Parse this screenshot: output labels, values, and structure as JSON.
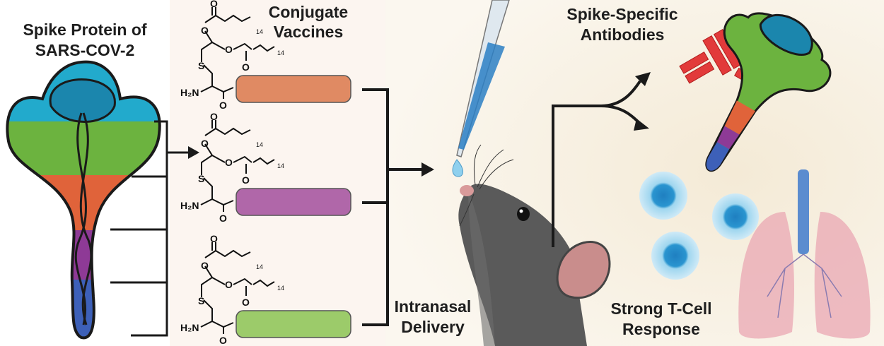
{
  "labels": {
    "spike_title": [
      "Spike Protein of",
      "SARS-COV-2"
    ],
    "vaccines_title": [
      "Conjugate",
      "Vaccines"
    ],
    "delivery": [
      "Intranasal",
      "Delivery"
    ],
    "antibodies": [
      "Spike-Specific",
      "Antibodies"
    ],
    "tcell": [
      "Strong T-Cell",
      "Response"
    ]
  },
  "chemistry": {
    "amine": "H₂N",
    "sulfur": "S",
    "oxygen": "O",
    "chain_length": "14"
  },
  "colors": {
    "spike_top": "#1b86ad",
    "spike_cyan": "#22aacc",
    "spike_green": "#6cb33f",
    "spike_orange": "#e0633a",
    "spike_purple": "#8e3a96",
    "spike_blue": "#3d60b8",
    "peptide_1": "#e08a63",
    "peptide_2": "#b067a9",
    "peptide_3": "#9ccb6a",
    "antibody": "#e23a3a",
    "tcell": "#3aa6d8",
    "lung": "#e9a7b3"
  }
}
